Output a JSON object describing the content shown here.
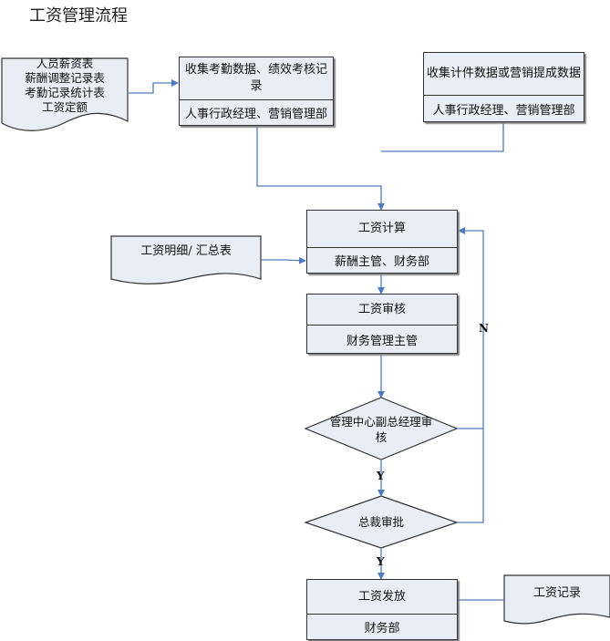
{
  "title": "工资管理流程",
  "colors": {
    "box_fill": "#e8edf6",
    "connector": "#4f7cc0",
    "border": "#333333"
  },
  "documents": {
    "inputs": {
      "lines": [
        "人员薪资表",
        "薪酬调整记录表",
        "考勤记录统计表",
        "工资定额"
      ]
    },
    "summary": {
      "label": "工资明细/ 汇总表"
    },
    "record": {
      "label": "工资记录"
    }
  },
  "processes": {
    "collect_attendance": {
      "task": "收集考勤数据、绩效考核记录",
      "owner": "人事行政经理、营销管理部"
    },
    "collect_piece": {
      "task": "收集计件数据或营销提成数据",
      "owner": "人事行政经理、营销管理部"
    },
    "calc": {
      "task": "工资计算",
      "owner": "薪酬主管、财务部"
    },
    "review": {
      "task": "工资审核",
      "owner": "财务管理主管"
    },
    "pay": {
      "task": "工资发放",
      "owner": "财务部"
    }
  },
  "decisions": {
    "vp_review": {
      "label": "管理中心副总经理审核"
    },
    "ceo_approve": {
      "label": "总裁审批"
    }
  },
  "branch_labels": {
    "yes1": "Y",
    "yes2": "Y",
    "no": "N"
  }
}
